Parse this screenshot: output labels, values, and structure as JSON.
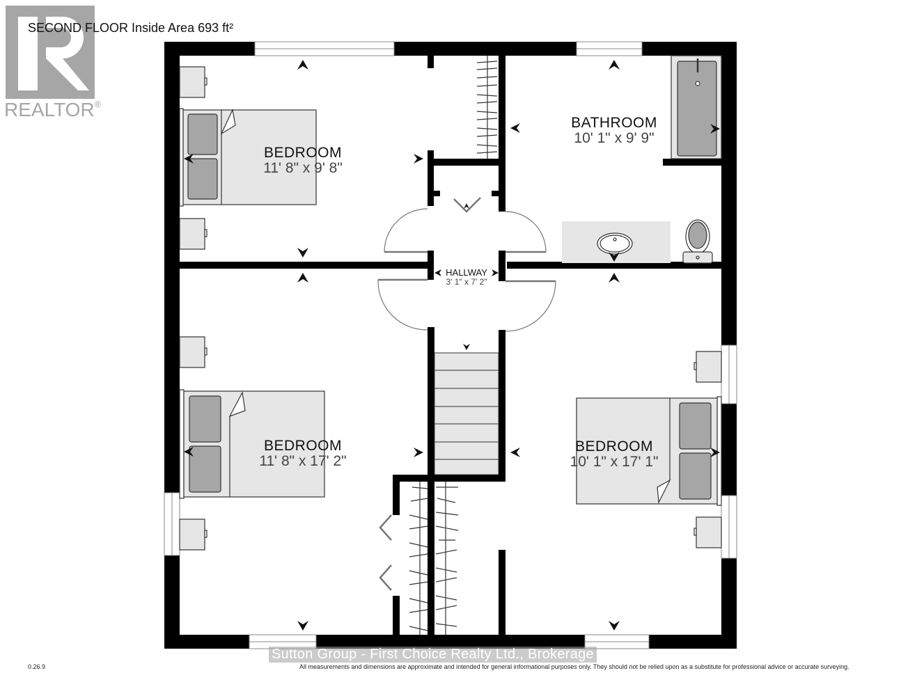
{
  "header": {
    "title": "SECOND FLOOR Inside Area 693 ft²"
  },
  "logo": {
    "icon": "realtor-r-icon",
    "text": "REALTOR",
    "registered_mark": "®",
    "color": "#a6a6a6"
  },
  "rooms": [
    {
      "name": "BEDROOM",
      "dimensions": "11' 8\" x 9' 8\""
    },
    {
      "name": "BATHROOM",
      "dimensions": "10' 1\" x 9' 9\""
    },
    {
      "name": "HALLWAY",
      "dimensions": "3' 1\" x 7' 2\""
    },
    {
      "name": "BEDROOM",
      "dimensions": "11' 8\" x 17' 2\""
    },
    {
      "name": "BEDROOM",
      "dimensions": "10' 1\" x 17' 1\""
    }
  ],
  "footer": {
    "version": "0.26.9",
    "disclaimer": "All measurements and dimensions are approximate and intended for general informational purposes only. They should not be relied upon as a substitute for professional advice or accurate surveying.",
    "watermark": "Sutton Group - First Choice Realty Ltd., Brokerage"
  },
  "colors": {
    "wall": "#000000",
    "furniture_fill": "#e6e6e6",
    "pillow_fill": "#a6a6a6",
    "window_line": "#888888"
  }
}
